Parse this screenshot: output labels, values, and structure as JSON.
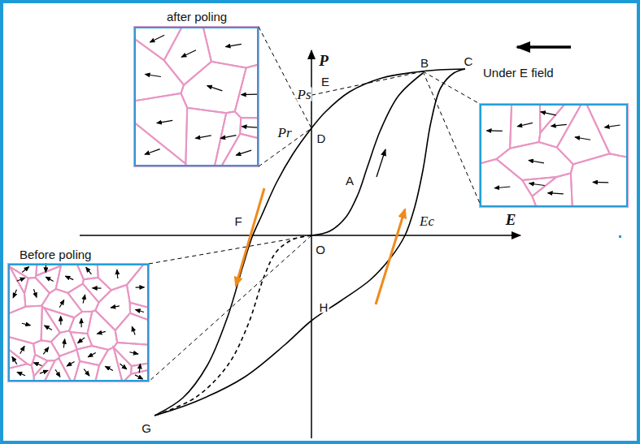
{
  "diagram": {
    "nodes": [
      {
        "text": [
          "after poling"
        ]
      },
      {
        "text": [
          "Under E field"
        ]
      },
      {
        "text": [
          "Before poling"
        ]
      }
    ],
    "labels": [
      "P",
      "E",
      "B",
      "C",
      "Ps",
      "D",
      "Pr",
      "A",
      "F",
      "Ec",
      "E",
      "O",
      "H",
      "G"
    ]
  }
}
